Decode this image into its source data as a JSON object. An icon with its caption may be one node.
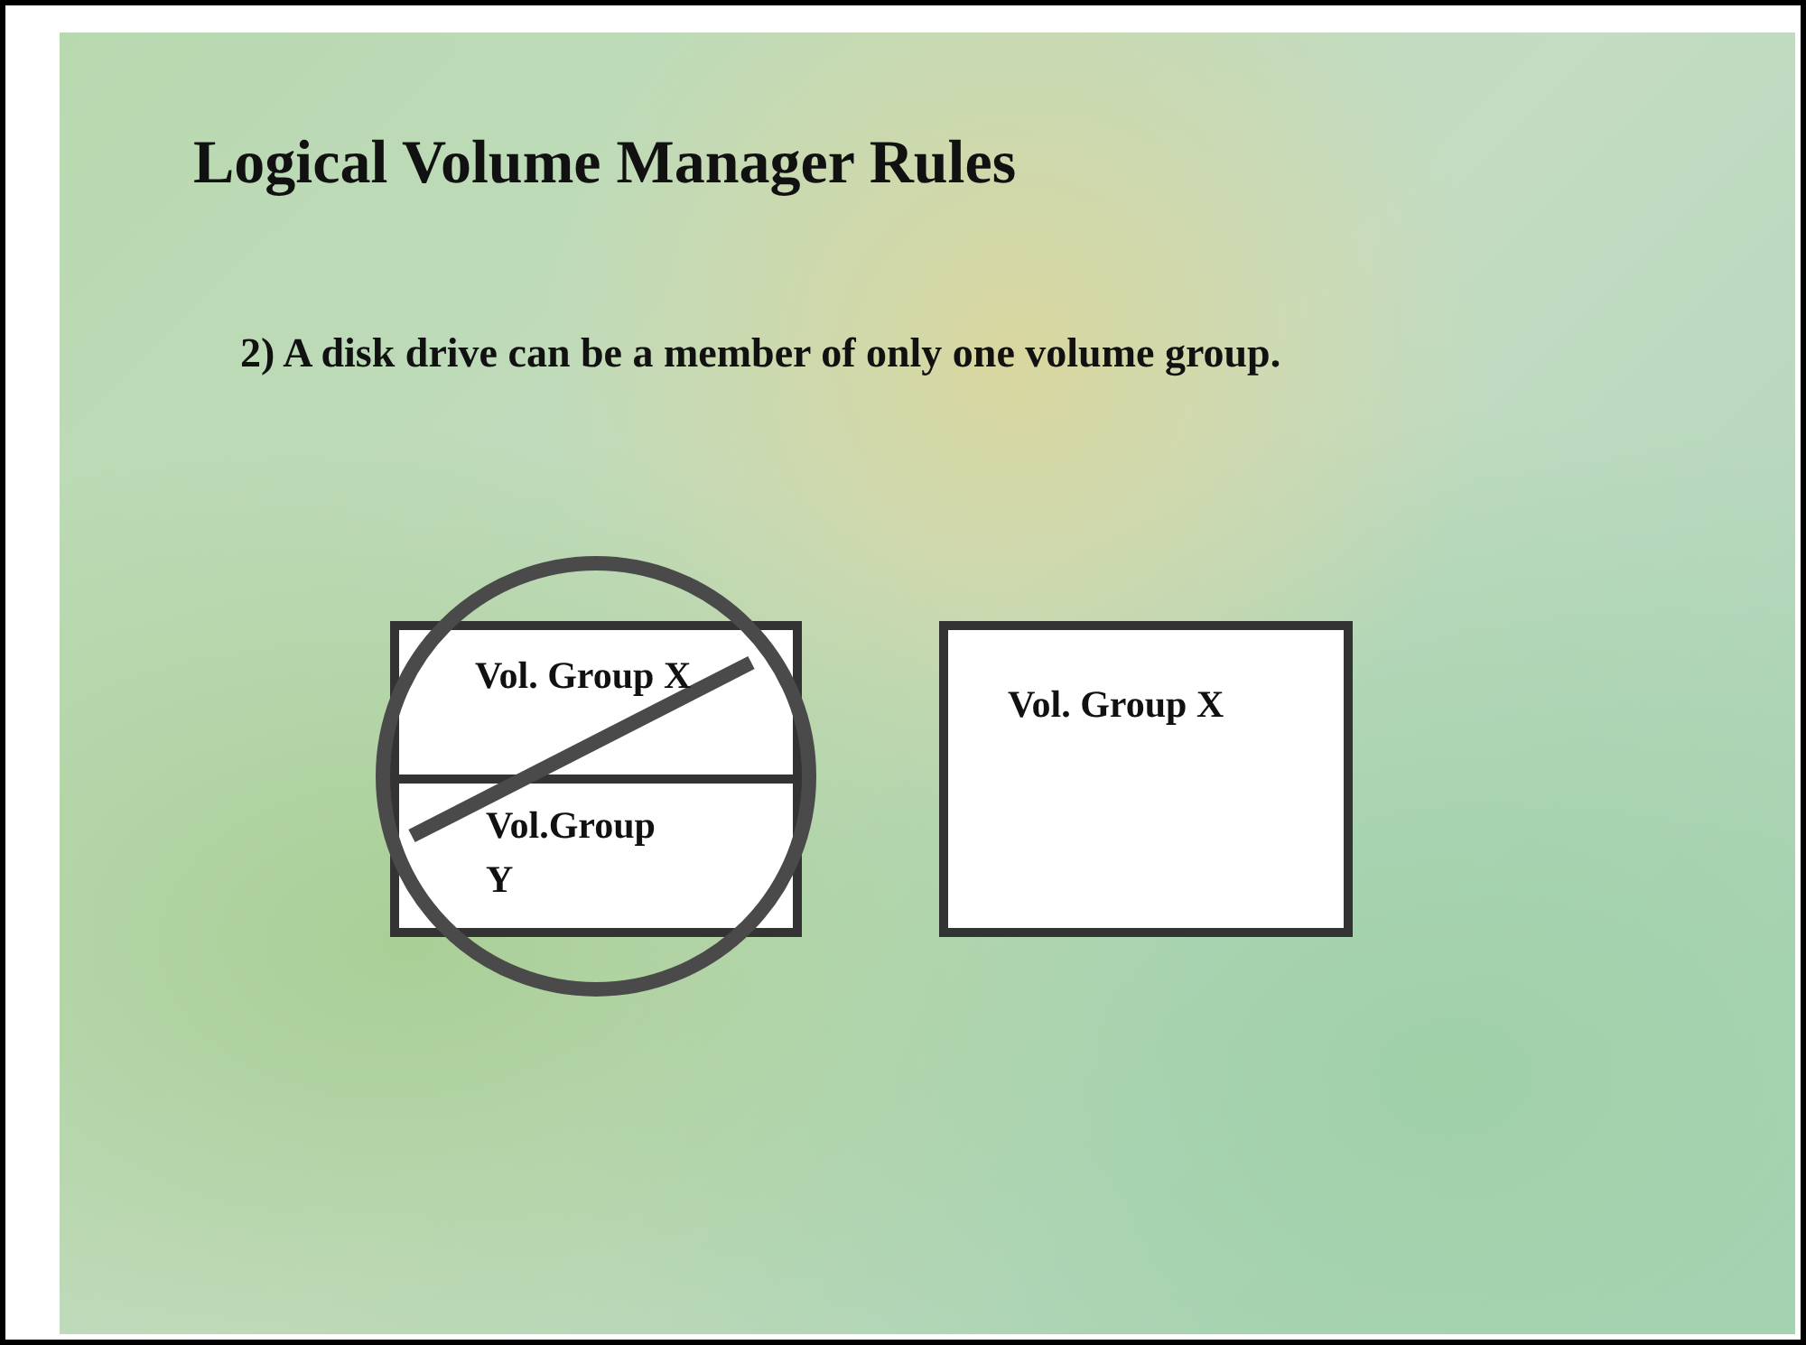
{
  "diagram": {
    "title": "Logical Volume Manager Rules",
    "nodes": [
      {
        "text": [],
        "shape": "box"
      },
      {
        "text": [
          "Vol. Group X"
        ],
        "in": 0
      },
      {
        "text": [
          "Vol.Group Y"
        ],
        "in": 0
      },
      {
        "text": [
          "Vol. Group X"
        ]
      }
    ],
    "edges": [],
    "labels": [
      "2) A disk drive can be a member of only one volume group."
    ]
  }
}
